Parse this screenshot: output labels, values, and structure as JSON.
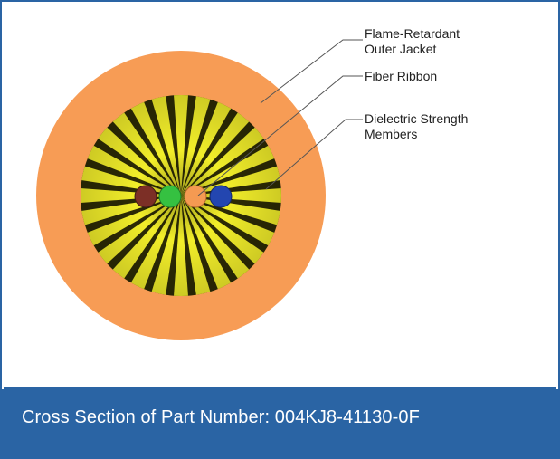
{
  "diagram": {
    "title": "",
    "labels": {
      "jacket": [
        "Flame-Retardant",
        "Outer Jacket"
      ],
      "ribbon": [
        "Fiber Ribbon"
      ],
      "strength": [
        "Dielectric Strength",
        "Members"
      ]
    },
    "colors": {
      "frame": "#2a64a4",
      "jacket": "#f79c55",
      "yarn_light": "#f2ee2a",
      "yarn_dark": "#2c2a05",
      "fiber_brown": "#7c2f26",
      "fiber_green": "#35c141",
      "fiber_orange": "#f59a52",
      "fiber_blue": "#2346b0",
      "leader": "#555555"
    },
    "fibers": [
      "brown",
      "green",
      "orange",
      "blue"
    ]
  },
  "caption": {
    "text": "Cross Section of Part Number: 004KJ8-41130-0F"
  }
}
